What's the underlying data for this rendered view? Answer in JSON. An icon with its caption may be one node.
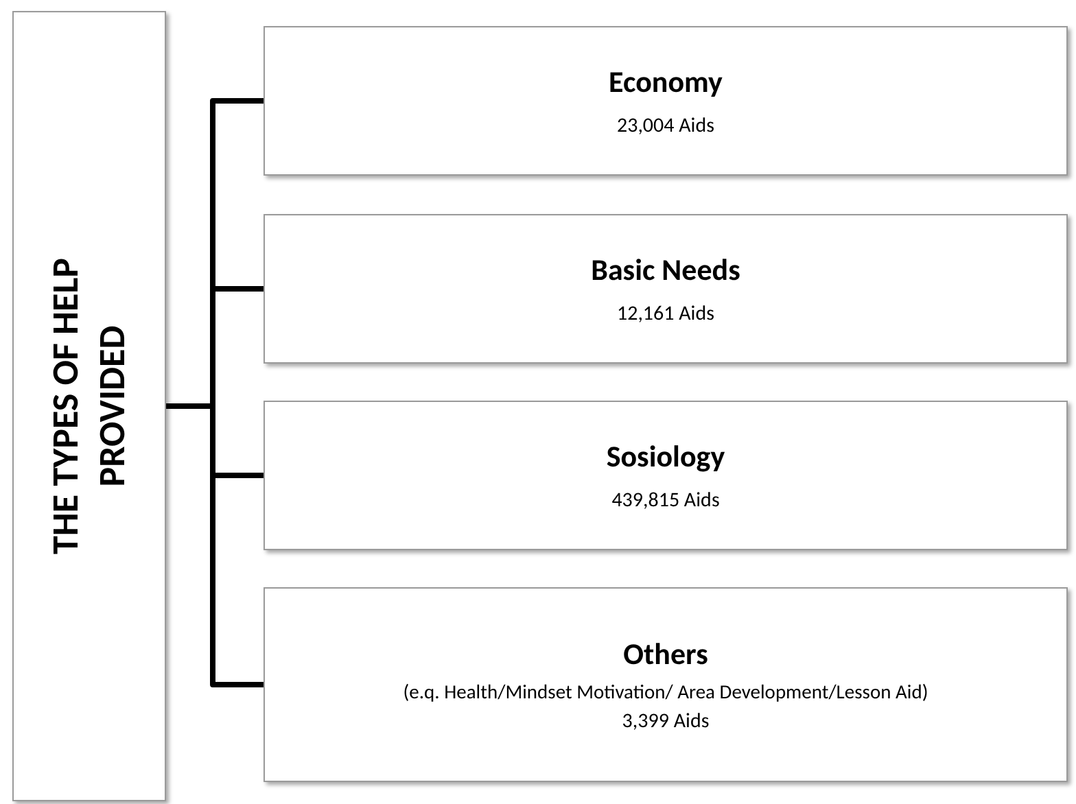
{
  "diagram": {
    "nodes": [
      {
        "text": [
          "THE TYPES OF HELP PROVIDED"
        ]
      },
      {
        "text": [
          "Economy",
          "23,004 Aids"
        ]
      },
      {
        "text": [
          "Basic Needs",
          "12,161 Aids"
        ]
      },
      {
        "text": [
          "Sosiology",
          "439,815 Aids"
        ]
      },
      {
        "text": [
          "Others",
          "(e.q. Health/Mindset Motivation/ Area Development/Lesson Aid)",
          "3,399 Aids"
        ]
      }
    ],
    "edges": [
      {
        "from": 0,
        "to": 1,
        "arrow": "none"
      },
      {
        "from": 0,
        "to": 2,
        "arrow": "none"
      },
      {
        "from": 0,
        "to": 3,
        "arrow": "none"
      },
      {
        "from": 0,
        "to": 4,
        "arrow": "none"
      }
    ]
  }
}
